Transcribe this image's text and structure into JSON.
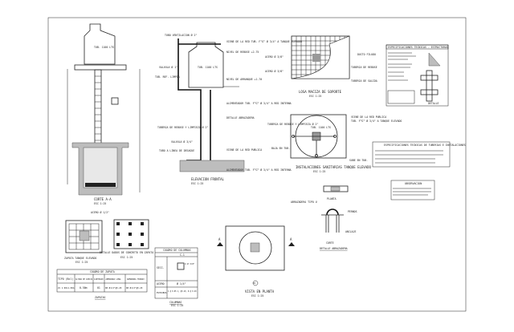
{
  "sheet": {
    "title": "Tanque Elevado - Planos"
  },
  "views": {
    "corte_aa": {
      "title": "CORTE A-A",
      "scale": "ESC 1:25",
      "tank_label": "TUB. 1100 LTS"
    },
    "elevacion": {
      "title": "ELEVACION FRONTAL",
      "scale": "ESC 1:25",
      "tank_label": "TUB. 1100 LTS",
      "notes": [
        "TUBO VENTILACION Ø 2\"",
        "VIENE DE LA RED TUB. F°G° Ø 3/4\" A TANQUE ELEVADO",
        "NIVEL DE REBOSE +2.75",
        "VALVULA Ø 1\"",
        "TUB. REF. LIMPIA",
        "NIVEL DE ARRANQUE +1.70",
        "ALIMENTADOR TUB. F°G° Ø 3/4\" A RED INTERNA",
        "DETALLE ABRAZADERA",
        "TUBERIA DE REBOSE Y LIMPIEZA Ø 2\"",
        "VALVULA Ø 3/4\"",
        "TUBO A LINEA DE DESAGUE",
        "VIENE DE LA RED PUBLICA",
        "ALIMENTADOR TUB. F°G° Ø 3/4\" A RED INTERNA"
      ]
    },
    "losa": {
      "title": "LOSA MACIZA DE SOPORTE",
      "scale": "ESC 1:25",
      "notes": [
        "ACERO Ø 3/8\"",
        "ACERO Ø 3/8\"",
        "DUCTO FILUDO",
        "TUBERIA DE REBOSE",
        "TUBERIA DE SALIDA"
      ]
    },
    "instalaciones": {
      "title": "INSTALACIONES SANITARIAS TANQUE ELEVADO",
      "scale": "ESC 1:25",
      "tank_label": "TUB. 1100 LTS",
      "notes": [
        "VIENE DE LA RED PUBLICA",
        "TUB. F°G° Ø 3/4\" A TANQUE ELEVADO",
        "TUBERIA DE REBOSE Y LIMPIEZA Ø 2\"",
        "BAJA EN TUB.",
        "SUBE EN TUB."
      ]
    },
    "especificaciones": {
      "title": "ESPECIFICACIONES TECNICAS - ESTRUCTURAS",
      "section": "DETALLE"
    },
    "especificaciones_instalaciones": {
      "title": "ESPECIFICACIONES TECNICAS DE TUBERIAS E INSTALACIONES"
    },
    "observacion": {
      "title": "OBSERVACION"
    },
    "zapata": {
      "title": "ZAPATA TANQUE ELEVADO",
      "scale": "ESC 1:25",
      "note": "ACERO Ø 1/2\""
    },
    "detalle_zuncho": {
      "title": "DETALLE DADOS DE CONCRETO EN ZAPATA",
      "scale": "ESC 1:25"
    },
    "cuadro_zapata": {
      "title": "CUADRO DE ZAPATA",
      "headers": [
        "TIPO (Bxl)",
        "ALTURA DE ZAPATA",
        "CANTIDAD",
        "ARMADURA LONG.",
        "ARMADURA TRANSV."
      ],
      "row": [
        "Z1 1.00x1.00m",
        "0.50m",
        "01",
        "08 Ø1/2\"@0.20",
        "08 Ø1/2\"@0.20"
      ],
      "footer": "ZAPATAS"
    },
    "cuadro_columnas": {
      "title": "CUADRO DE COLUMNAS",
      "col": "C-1",
      "rows": [
        "SECC.",
        "ACERO",
        "ESTRIBOS"
      ],
      "values": [
        "4 Ø 3/8\"",
        "Ø 1/4\"",
        "1 @ 0.05 1, @0.10, R @ 0.20"
      ],
      "footer": "COLUMNAS",
      "footer_scale": "ESC 1:25"
    },
    "vista_planta": {
      "title": "VISTA EN PLANTA",
      "scale": "ESC 1:25",
      "cut": "A",
      "mark": "01"
    },
    "abrazadera": {
      "plan": "PLANTA",
      "section": "CORTE",
      "title": "DETALLE ABRAZADERA",
      "notes": [
        "ABRAZADERA TIPO U",
        "PERNOS",
        "ANCLAJE"
      ]
    }
  }
}
